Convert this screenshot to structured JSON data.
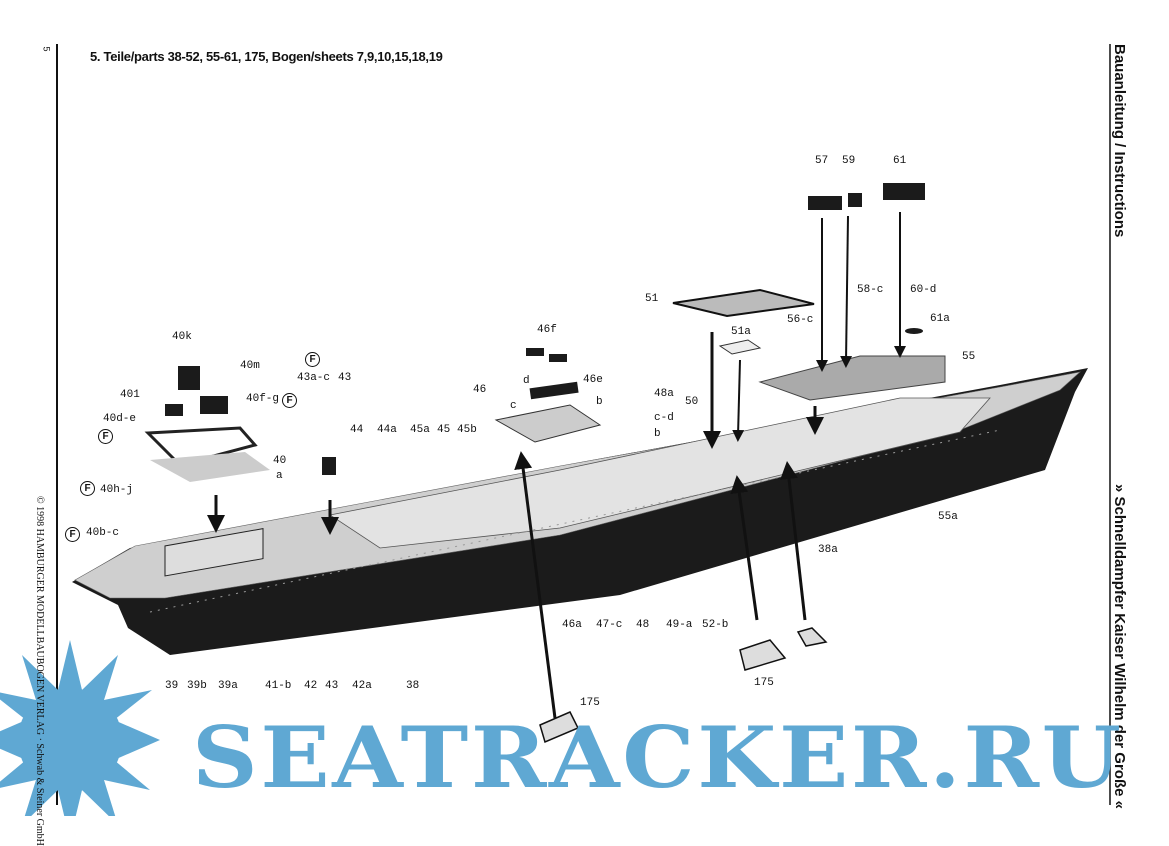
{
  "page_number": "5",
  "header": "5. Teile/parts 38-52, 55-61, 175, Bogen/sheets 7,9,10,15,18,19",
  "right_title": "Bauanleitung / Instructions",
  "right_subtitle": "» Schnelldampfer Kaiser Wilhelm der Große «",
  "copyright": "© 1998 HAMBURGER MODELLBAUBOGEN VERLAG · Schwab & Steiner GmbH",
  "watermark": "SEATRACKER.RU",
  "fold_mark": "F",
  "labels": [
    "57",
    "59",
    "61",
    "51",
    "58-c",
    "60-d",
    "56-c",
    "51a",
    "61a",
    "55",
    "40k",
    "40m",
    "43a-c",
    "43",
    "401",
    "40f-g",
    "40d-e",
    "44",
    "44a",
    "45a",
    "45",
    "45b",
    "40",
    "a",
    "40h-j",
    "40b-c",
    "46f",
    "d",
    "46e",
    "46",
    "48a",
    "b",
    "50",
    "c",
    "c-d",
    "b",
    "55a",
    "38a",
    "46a",
    "47-c",
    "48",
    "49-a",
    "52-b",
    "175",
    "175",
    "39",
    "39b",
    "39a",
    "41-b",
    "42",
    "43",
    "42a",
    "38"
  ],
  "colors": {
    "watermark": "#5fa8d3",
    "hull": "#1a1a1a",
    "deck": "#c8c8c8"
  }
}
